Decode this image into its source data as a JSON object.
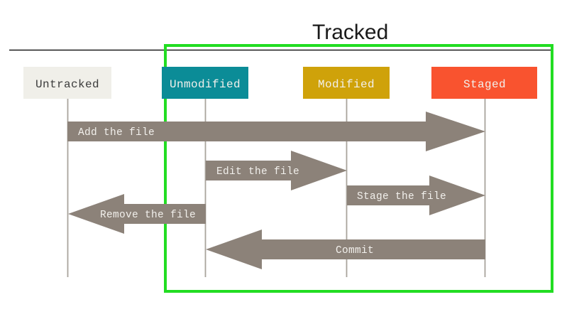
{
  "diagram": {
    "title": "Tracked",
    "group_border_color": "#22dd22",
    "divider_color": "#1a1a1a",
    "lifeline_color": "#a9a49c",
    "arrow_color": "#8c8279",
    "background": "#ffffff",
    "states": [
      {
        "id": "untracked",
        "label": "Untracked",
        "fill": "#f0efe9",
        "text_color": "#3b3b3b",
        "tracked": false
      },
      {
        "id": "unmodified",
        "label": "Unmodified",
        "fill": "#0b8c97",
        "text_color": "#f2f0ec",
        "tracked": true
      },
      {
        "id": "modified",
        "label": "Modified",
        "fill": "#cfa20a",
        "text_color": "#f2f0ec",
        "tracked": true
      },
      {
        "id": "staged",
        "label": "Staged",
        "fill": "#f9532f",
        "text_color": "#f2f0ec",
        "tracked": true
      }
    ],
    "transitions": [
      {
        "id": "add-the-file",
        "label": "Add the file",
        "from": "untracked",
        "to": "staged",
        "direction": "right"
      },
      {
        "id": "edit-the-file",
        "label": "Edit the file",
        "from": "unmodified",
        "to": "modified",
        "direction": "right"
      },
      {
        "id": "stage-the-file",
        "label": "Stage the file",
        "from": "modified",
        "to": "staged",
        "direction": "right"
      },
      {
        "id": "remove-the-file",
        "label": "Remove the file",
        "from": "unmodified",
        "to": "untracked",
        "direction": "left"
      },
      {
        "id": "commit",
        "label": "Commit",
        "from": "staged",
        "to": "unmodified",
        "direction": "left"
      }
    ]
  }
}
